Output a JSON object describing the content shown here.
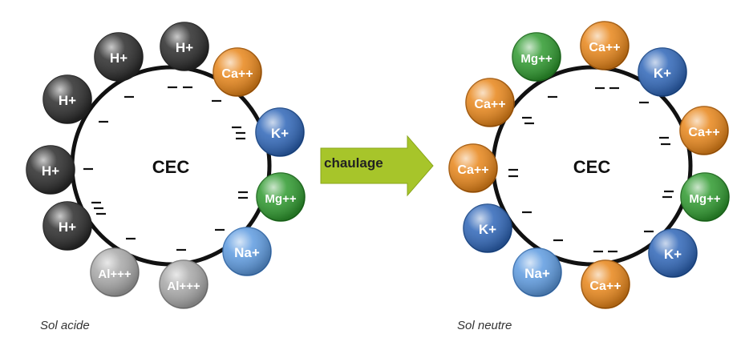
{
  "left_diagram": {
    "center_label": "CEC",
    "caption": "Sol acide",
    "ions": [
      {
        "label": "H+",
        "color": "#2b2b2b"
      },
      {
        "label": "H+",
        "color": "#2b2b2b"
      },
      {
        "label": "Ca++",
        "color": "#e8861a"
      },
      {
        "label": "H+",
        "color": "#2b2b2b"
      },
      {
        "label": "K+",
        "color": "#2f66b8"
      },
      {
        "label": "H+",
        "color": "#2b2b2b"
      },
      {
        "label": "Mg++",
        "color": "#2f9a2f"
      },
      {
        "label": "H+",
        "color": "#2b2b2b"
      },
      {
        "label": "Na+",
        "color": "#5e9be0"
      },
      {
        "label": "Al+++",
        "color": "#a8a8a8"
      },
      {
        "label": "Al+++",
        "color": "#a8a8a8"
      }
    ]
  },
  "arrow": {
    "label": "chaulage",
    "color": "#a7c52a"
  },
  "right_diagram": {
    "center_label": "CEC",
    "caption": "Sol neutre",
    "ions": [
      {
        "label": "Mg++",
        "color": "#2f9a2f"
      },
      {
        "label": "Ca++",
        "color": "#e8861a"
      },
      {
        "label": "K+",
        "color": "#2f66b8"
      },
      {
        "label": "Ca++",
        "color": "#e8861a"
      },
      {
        "label": "Ca++",
        "color": "#e8861a"
      },
      {
        "label": "Ca++",
        "color": "#e8861a"
      },
      {
        "label": "Mg++",
        "color": "#2f9a2f"
      },
      {
        "label": "K+",
        "color": "#2f66b8"
      },
      {
        "label": "K+",
        "color": "#2f66b8"
      },
      {
        "label": "Na+",
        "color": "#5e9be0"
      },
      {
        "label": "Ca++",
        "color": "#e8861a"
      }
    ]
  }
}
